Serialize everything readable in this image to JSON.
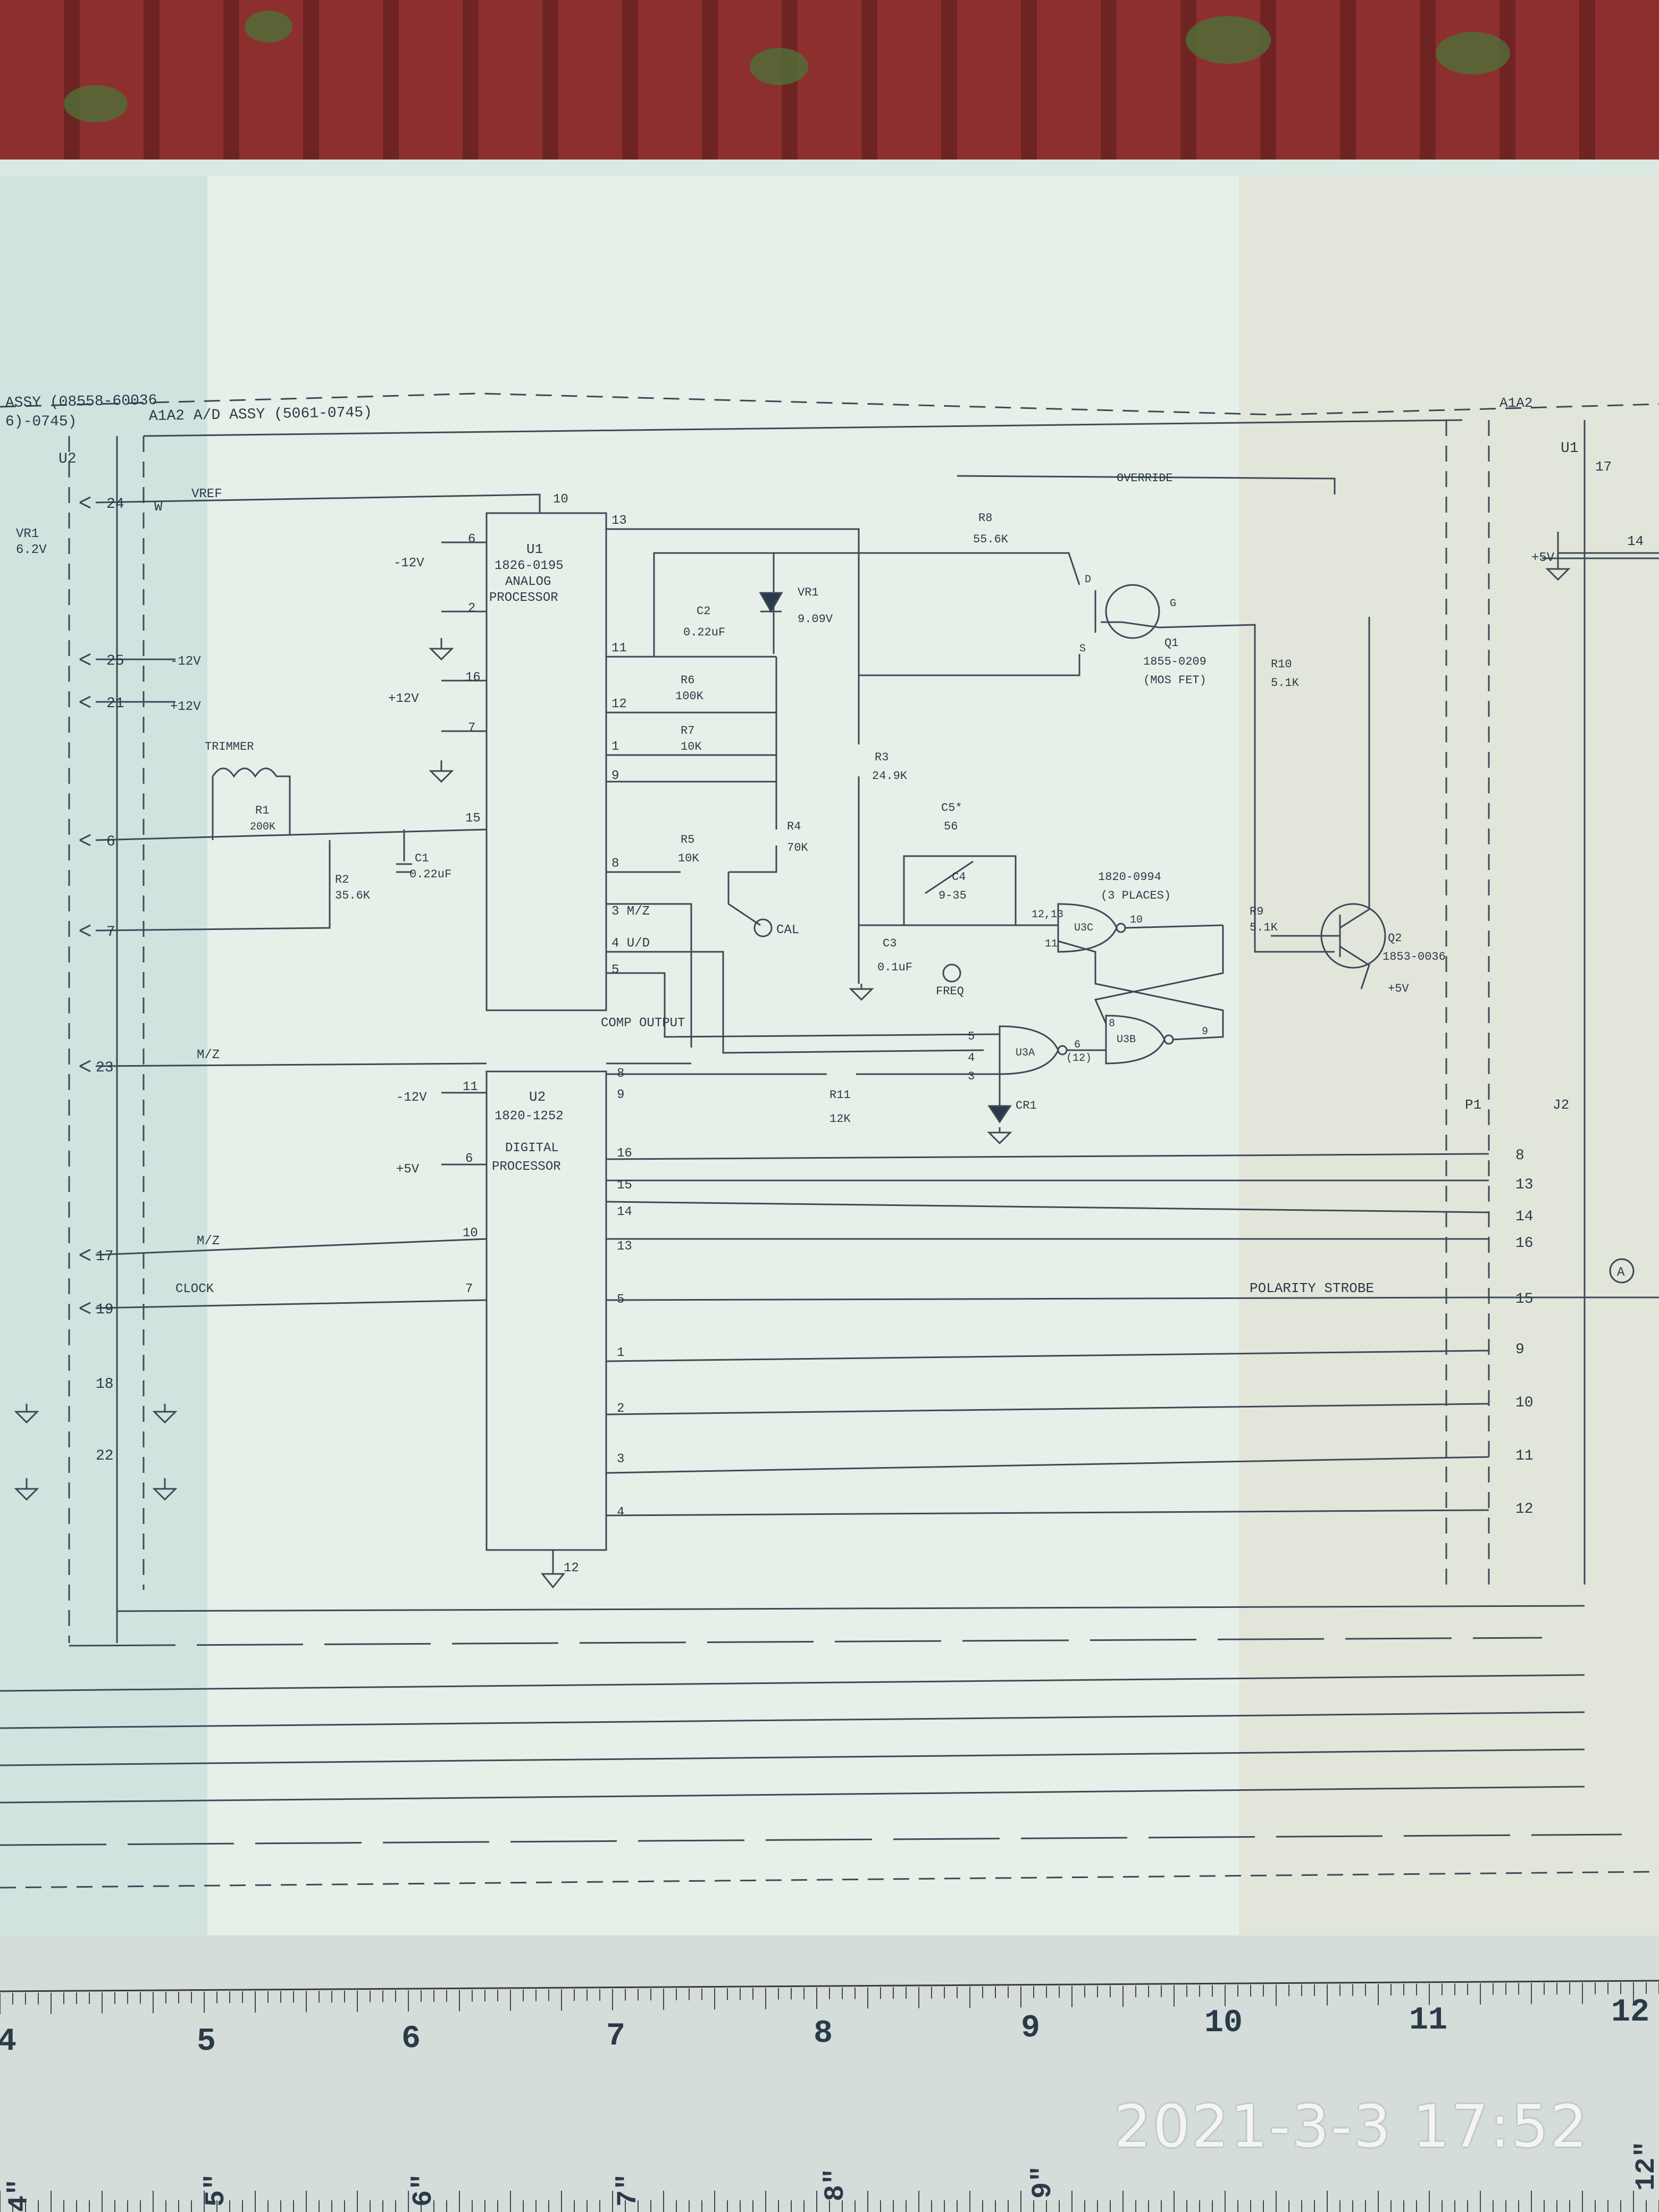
{
  "header": {
    "title_left": "ASSY (08558-60036",
    "title_left2": "6)-0745)",
    "title_main": "A1A2 A/D ASSY (5061-0745)",
    "title_right": "A1A2",
    "override": "OVERRIDE"
  },
  "connectors": {
    "left_ref": "U2",
    "left_ref2": "W",
    "right_top_ref": "U1",
    "p1": "P1",
    "j2": "J2",
    "left_pins": [
      "24",
      "25",
      "21",
      "6",
      "7",
      "23",
      "17",
      "19",
      "18",
      "22"
    ],
    "right_pins_top": [
      "17",
      "14"
    ],
    "right_pins": [
      "8",
      "13",
      "14",
      "16",
      "15",
      "9",
      "10",
      "11",
      "12"
    ]
  },
  "signals": {
    "vref": "VREF",
    "m12": "-12V",
    "p12": "+12V",
    "vr1_left": "VR1",
    "vr1_left_val": "6.2V",
    "trimmer": "TRIMMER",
    "mz_top": "M/Z",
    "mz": "M/Z",
    "clock": "CLOCK",
    "polarity_strobe": "POLARITY STROBE",
    "circle_a": "A",
    "p5v": "+5V"
  },
  "u1": {
    "ref": "U1",
    "part": "1826-0195",
    "name1": "ANALOG",
    "name2": "PROCESSOR",
    "pin_10": "10",
    "pin_6": "6",
    "pin_2": "2",
    "pin_16": "16",
    "pin_7": "7",
    "pin_15": "15",
    "pin_13": "13",
    "pin_11": "11",
    "pin_12": "12",
    "pin_1": "1",
    "pin_9": "9",
    "pin_8": "8",
    "pin_3": "3 M/Z",
    "pin_4": "4 U/D",
    "pin_5": "5",
    "supply_m": "-12V",
    "supply_p": "+12V"
  },
  "u2": {
    "ref": "U2",
    "part": "1820-1252",
    "name1": "DIGITAL",
    "name2": "PROCESSOR",
    "pins_left": [
      "11",
      "6",
      "10",
      "7"
    ],
    "pins_right": [
      "8",
      "9",
      "16",
      "15",
      "14",
      "13",
      "5",
      "1",
      "2",
      "3",
      "4"
    ],
    "gnd_pin": "12",
    "supply_m": "-12V",
    "supply_p": "+5V",
    "comp_output": "COMP OUTPUT"
  },
  "components": {
    "r1": "R1",
    "r1_val": "200K",
    "r2": "R2",
    "r2_val": "35.6K",
    "c1": "C1",
    "c1_val": "0.22uF",
    "c2": "C2",
    "c2_val": "0.22uF",
    "vr1": "VR1",
    "vr1_val": "9.09V",
    "r6": "R6",
    "r6_val": "100K",
    "r7": "R7",
    "r7_val": "10K",
    "r5": "R5",
    "r5_val": "10K",
    "r4": "R4",
    "r4_val": "70K",
    "r8": "R8",
    "r8_val": "55.6K",
    "r3": "R3",
    "r3_val": "24.9K",
    "c5": "C5*",
    "c5_val": "56",
    "c4": "C4",
    "c4_val": "9-35",
    "c3": "C3",
    "c3_val": "0.1uF",
    "r11": "R11",
    "r11_val": "12K",
    "cr1": "CR1",
    "cal": "CAL",
    "freq": "FREQ",
    "q1": "Q1",
    "q1_part": "1855-0209",
    "q1_type": "(MOS FET)",
    "r10": "R10",
    "r10_val": "5.1K",
    "r9": "R9",
    "r9_val": "5.1K",
    "q2": "Q2",
    "q2_part": "1853-0036",
    "q2_supply": "+5V",
    "gate_part": "1820-0994",
    "gate_places": "(3 PLACES)",
    "u3a": "U3A",
    "u3b": "U3B",
    "u3c": "U3C",
    "fet_d": "D",
    "fet_s": "S",
    "fet_g": "G",
    "gate_pins": [
      "12,13",
      "11",
      "10",
      "8",
      "9",
      "5",
      "4",
      "3",
      "6",
      "(12)"
    ]
  },
  "ruler": {
    "inches_top": [
      "4",
      "5",
      "6",
      "7",
      "8",
      "9",
      "10",
      "11",
      "12"
    ],
    "inches_bottom": [
      "4\"",
      "5\"",
      "6\"",
      "7\"",
      "8\"",
      "9\"",
      "12\""
    ]
  },
  "timestamp": "2021-3-3  17:52"
}
